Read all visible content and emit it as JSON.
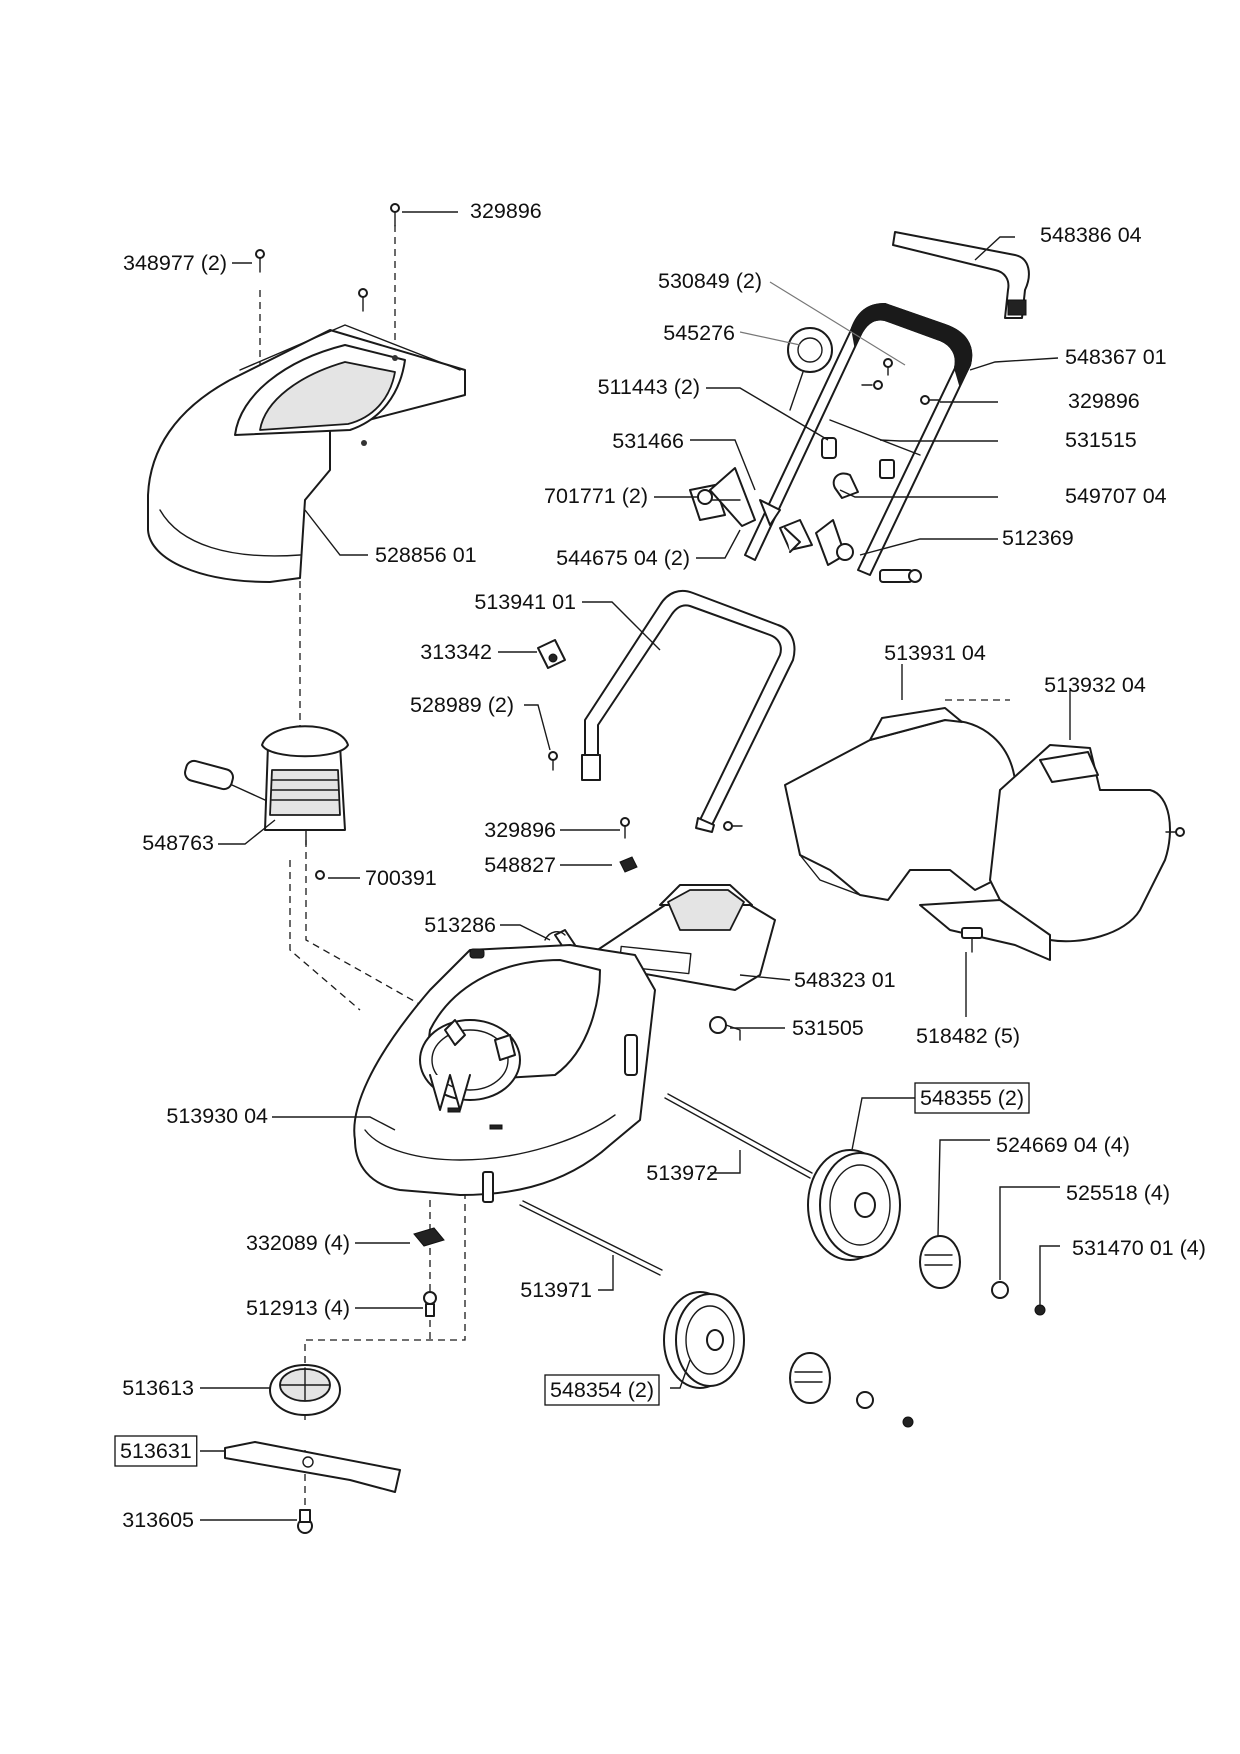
{
  "diagram": {
    "callouts": [
      {
        "id": "c01",
        "text": "329896",
        "boxed": false
      },
      {
        "id": "c02",
        "text": "348977 (2)",
        "boxed": false
      },
      {
        "id": "c03",
        "text": "528856 01",
        "boxed": false
      },
      {
        "id": "c04",
        "text": "548386 04",
        "boxed": false
      },
      {
        "id": "c05",
        "text": "530849 (2)",
        "boxed": false
      },
      {
        "id": "c06",
        "text": "545276",
        "boxed": false
      },
      {
        "id": "c07",
        "text": "548367 01",
        "boxed": false
      },
      {
        "id": "c08",
        "text": "511443 (2)",
        "boxed": false
      },
      {
        "id": "c09",
        "text": "329896",
        "boxed": false
      },
      {
        "id": "c10",
        "text": "531466",
        "boxed": false
      },
      {
        "id": "c11",
        "text": "531515",
        "boxed": false
      },
      {
        "id": "c12",
        "text": "701771 (2)",
        "boxed": false
      },
      {
        "id": "c13",
        "text": "549707 04",
        "boxed": false
      },
      {
        "id": "c14",
        "text": "544675 04 (2)",
        "boxed": false
      },
      {
        "id": "c15",
        "text": "512369",
        "boxed": false
      },
      {
        "id": "c16",
        "text": "513941 01",
        "boxed": false
      },
      {
        "id": "c17",
        "text": "313342",
        "boxed": false
      },
      {
        "id": "c18",
        "text": "513931 04",
        "boxed": false
      },
      {
        "id": "c19",
        "text": "513932 04",
        "boxed": false
      },
      {
        "id": "c20",
        "text": "528989 (2)",
        "boxed": false
      },
      {
        "id": "c21",
        "text": "548763",
        "boxed": false
      },
      {
        "id": "c22",
        "text": "700391",
        "boxed": false
      },
      {
        "id": "c23",
        "text": "329896",
        "boxed": false
      },
      {
        "id": "c24",
        "text": "548827",
        "boxed": false
      },
      {
        "id": "c25",
        "text": "513286",
        "boxed": false
      },
      {
        "id": "c26",
        "text": "548323 01",
        "boxed": false
      },
      {
        "id": "c27",
        "text": "531505",
        "boxed": false
      },
      {
        "id": "c28",
        "text": "518482 (5)",
        "boxed": false
      },
      {
        "id": "c29",
        "text": "513930 04",
        "boxed": false
      },
      {
        "id": "c30",
        "text": "548355 (2)",
        "boxed": true
      },
      {
        "id": "c31",
        "text": "524669 04 (4)",
        "boxed": false
      },
      {
        "id": "c32",
        "text": "513972",
        "boxed": false
      },
      {
        "id": "c33",
        "text": "525518 (4)",
        "boxed": false
      },
      {
        "id": "c34",
        "text": "531470 01 (4)",
        "boxed": false
      },
      {
        "id": "c35",
        "text": "332089 (4)",
        "boxed": false
      },
      {
        "id": "c36",
        "text": "513971",
        "boxed": false
      },
      {
        "id": "c37",
        "text": "512913 (4)",
        "boxed": false
      },
      {
        "id": "c38",
        "text": "513613",
        "boxed": false
      },
      {
        "id": "c39",
        "text": "548354 (2)",
        "boxed": true
      },
      {
        "id": "c40",
        "text": "513631",
        "boxed": true
      },
      {
        "id": "c41",
        "text": "313605",
        "boxed": false
      }
    ]
  },
  "colors": {
    "ink": "#111111",
    "paper": "#ffffff",
    "shade": "#e4e4e4"
  }
}
